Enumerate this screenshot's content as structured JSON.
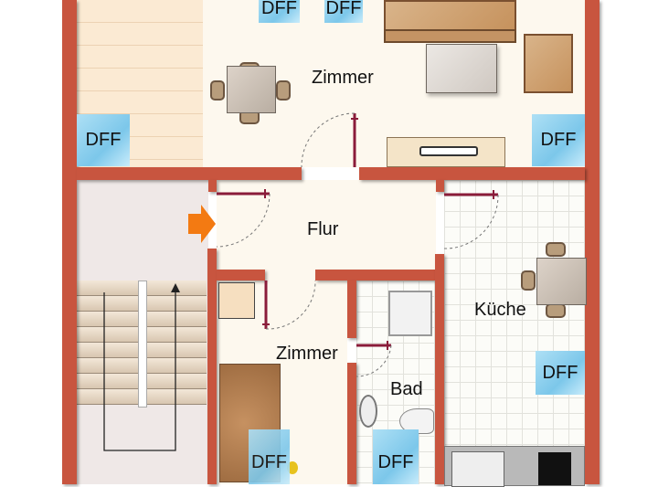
{
  "rooms": {
    "living_room": "Zimmer",
    "hallway": "Flur",
    "kitchen": "Küche",
    "bedroom": "Zimmer",
    "bathroom": "Bad"
  },
  "windows": {
    "label": "DFF",
    "items": [
      "DFF",
      "DFF",
      "DFF",
      "DFF",
      "DFF",
      "DFF",
      "DFF"
    ]
  },
  "colors": {
    "wall": "#c8553f",
    "door": "#8a1c3a",
    "entrance_arrow": "#f37a12",
    "window": "#7cc7ea"
  }
}
